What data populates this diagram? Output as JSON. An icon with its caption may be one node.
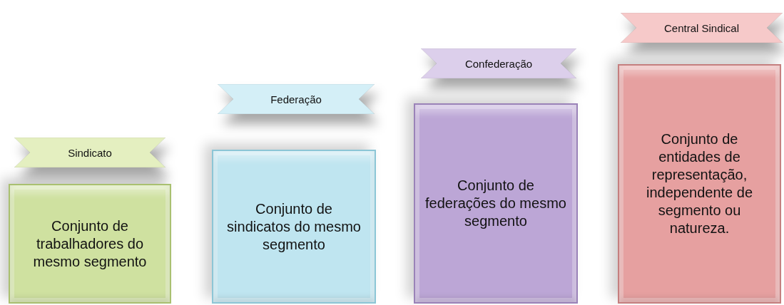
{
  "diagram": {
    "nodes": [
      {
        "text": [
          "Sindicato"
        ]
      },
      {
        "text": [
          "Conjunto de trabalhadores do mesmo segmento"
        ]
      },
      {
        "text": [
          "Federação"
        ]
      },
      {
        "text": [
          "Conjunto de sindicatos do mesmo segmento"
        ]
      },
      {
        "text": [
          "Confederação"
        ]
      },
      {
        "text": [
          "Conjunto de federações do mesmo segmento"
        ]
      },
      {
        "text": [
          "Central Sindical"
        ]
      },
      {
        "text": [
          "Conjunto de entidades de representação, independente de segmento ou natureza."
        ]
      }
    ]
  }
}
